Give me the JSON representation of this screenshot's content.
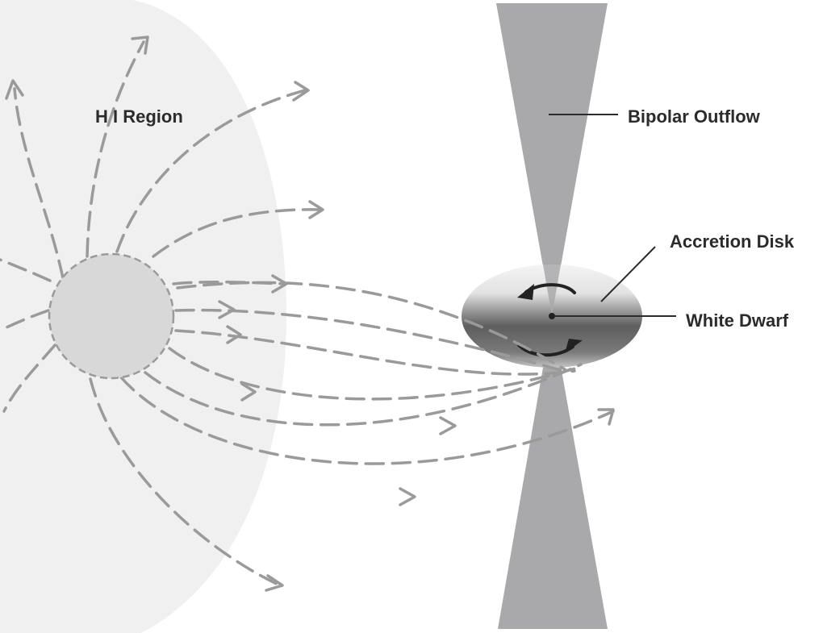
{
  "labels": {
    "hi_region": "H I Region",
    "bipolar_outflow": "Bipolar Outflow",
    "accretion_disk": "Accretion Disk",
    "white_dwarf": "White Dwarf"
  },
  "colors": {
    "hi_region_fill": "#f0f0f0",
    "star_fill": "#d8d8d8",
    "star_outline": "#9a9a9a",
    "outflow_cone": "#a9a9ab",
    "wind_stream": "#9a9a9a",
    "disk_light": "#f2f2f2",
    "disk_dark": "#5e5e5e",
    "label_text": "#2b2b2b",
    "rotation_arrow": "#222222"
  },
  "icons": {
    "rotation": "curved-rotation-arrow-icon",
    "wind_arrowhead": "open-chevron-arrowhead-icon"
  }
}
